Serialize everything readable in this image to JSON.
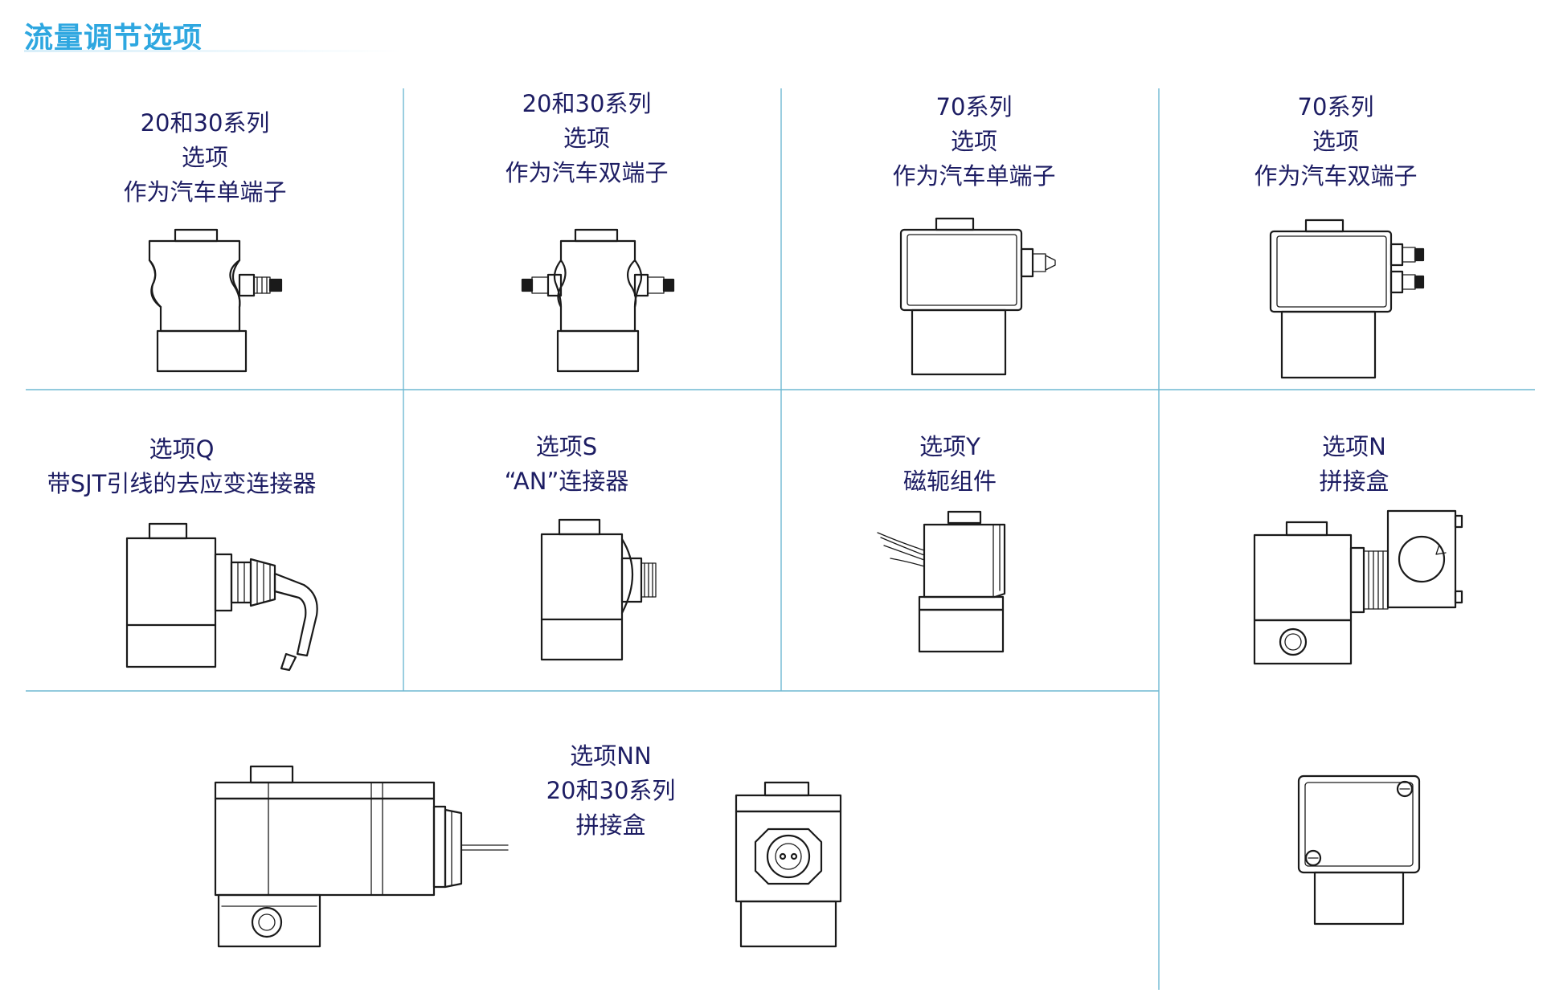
{
  "page": {
    "title": "流量调节选项"
  },
  "options": [
    {
      "id": "o1",
      "lines": [
        "20和30系列",
        "选项",
        "作为汽车单端子"
      ]
    },
    {
      "id": "o2",
      "lines": [
        "20和30系列",
        "选项",
        "作为汽车双端子"
      ]
    },
    {
      "id": "o3",
      "lines": [
        "70系列",
        "选项",
        "作为汽车单端子"
      ]
    },
    {
      "id": "o4",
      "lines": [
        "70系列",
        "选项",
        "作为汽车双端子"
      ]
    },
    {
      "id": "o5",
      "lines": [
        "选项Q",
        "带SJT引线的去应变连接器"
      ]
    },
    {
      "id": "o6",
      "lines": [
        "选项S",
        "“AN”连接器"
      ]
    },
    {
      "id": "o7",
      "lines": [
        "选项Y",
        "磁轭组件"
      ]
    },
    {
      "id": "o8",
      "lines": [
        "选项N",
        "拼接盒"
      ]
    },
    {
      "id": "o9",
      "lines": [
        "选项NN",
        "20和30系列",
        "拼接盒"
      ]
    }
  ]
}
